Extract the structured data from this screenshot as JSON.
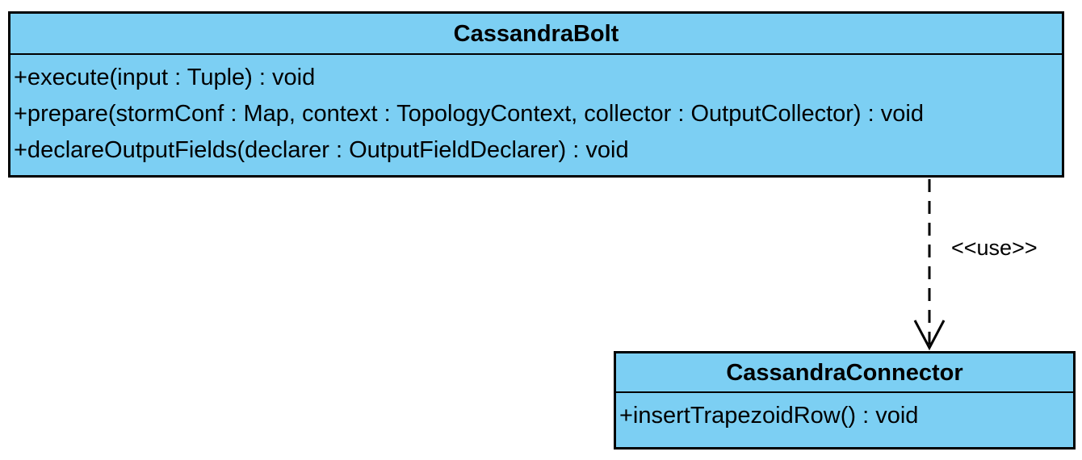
{
  "colors": {
    "class_fill": "#7ccff3",
    "border": "#000000"
  },
  "classes": [
    {
      "name": "CassandraBolt",
      "operations": [
        "+execute(input : Tuple) : void",
        "+prepare(stormConf : Map, context : TopologyContext, collector : OutputCollector) : void",
        "+declareOutputFields(declarer : OutputFieldDeclarer) : void"
      ]
    },
    {
      "name": "CassandraConnector",
      "operations": [
        "+insertTrapezoidRow() : void"
      ]
    }
  ],
  "relationships": [
    {
      "type": "dependency",
      "from": "CassandraBolt",
      "to": "CassandraConnector",
      "label": "<<use>>"
    }
  ]
}
